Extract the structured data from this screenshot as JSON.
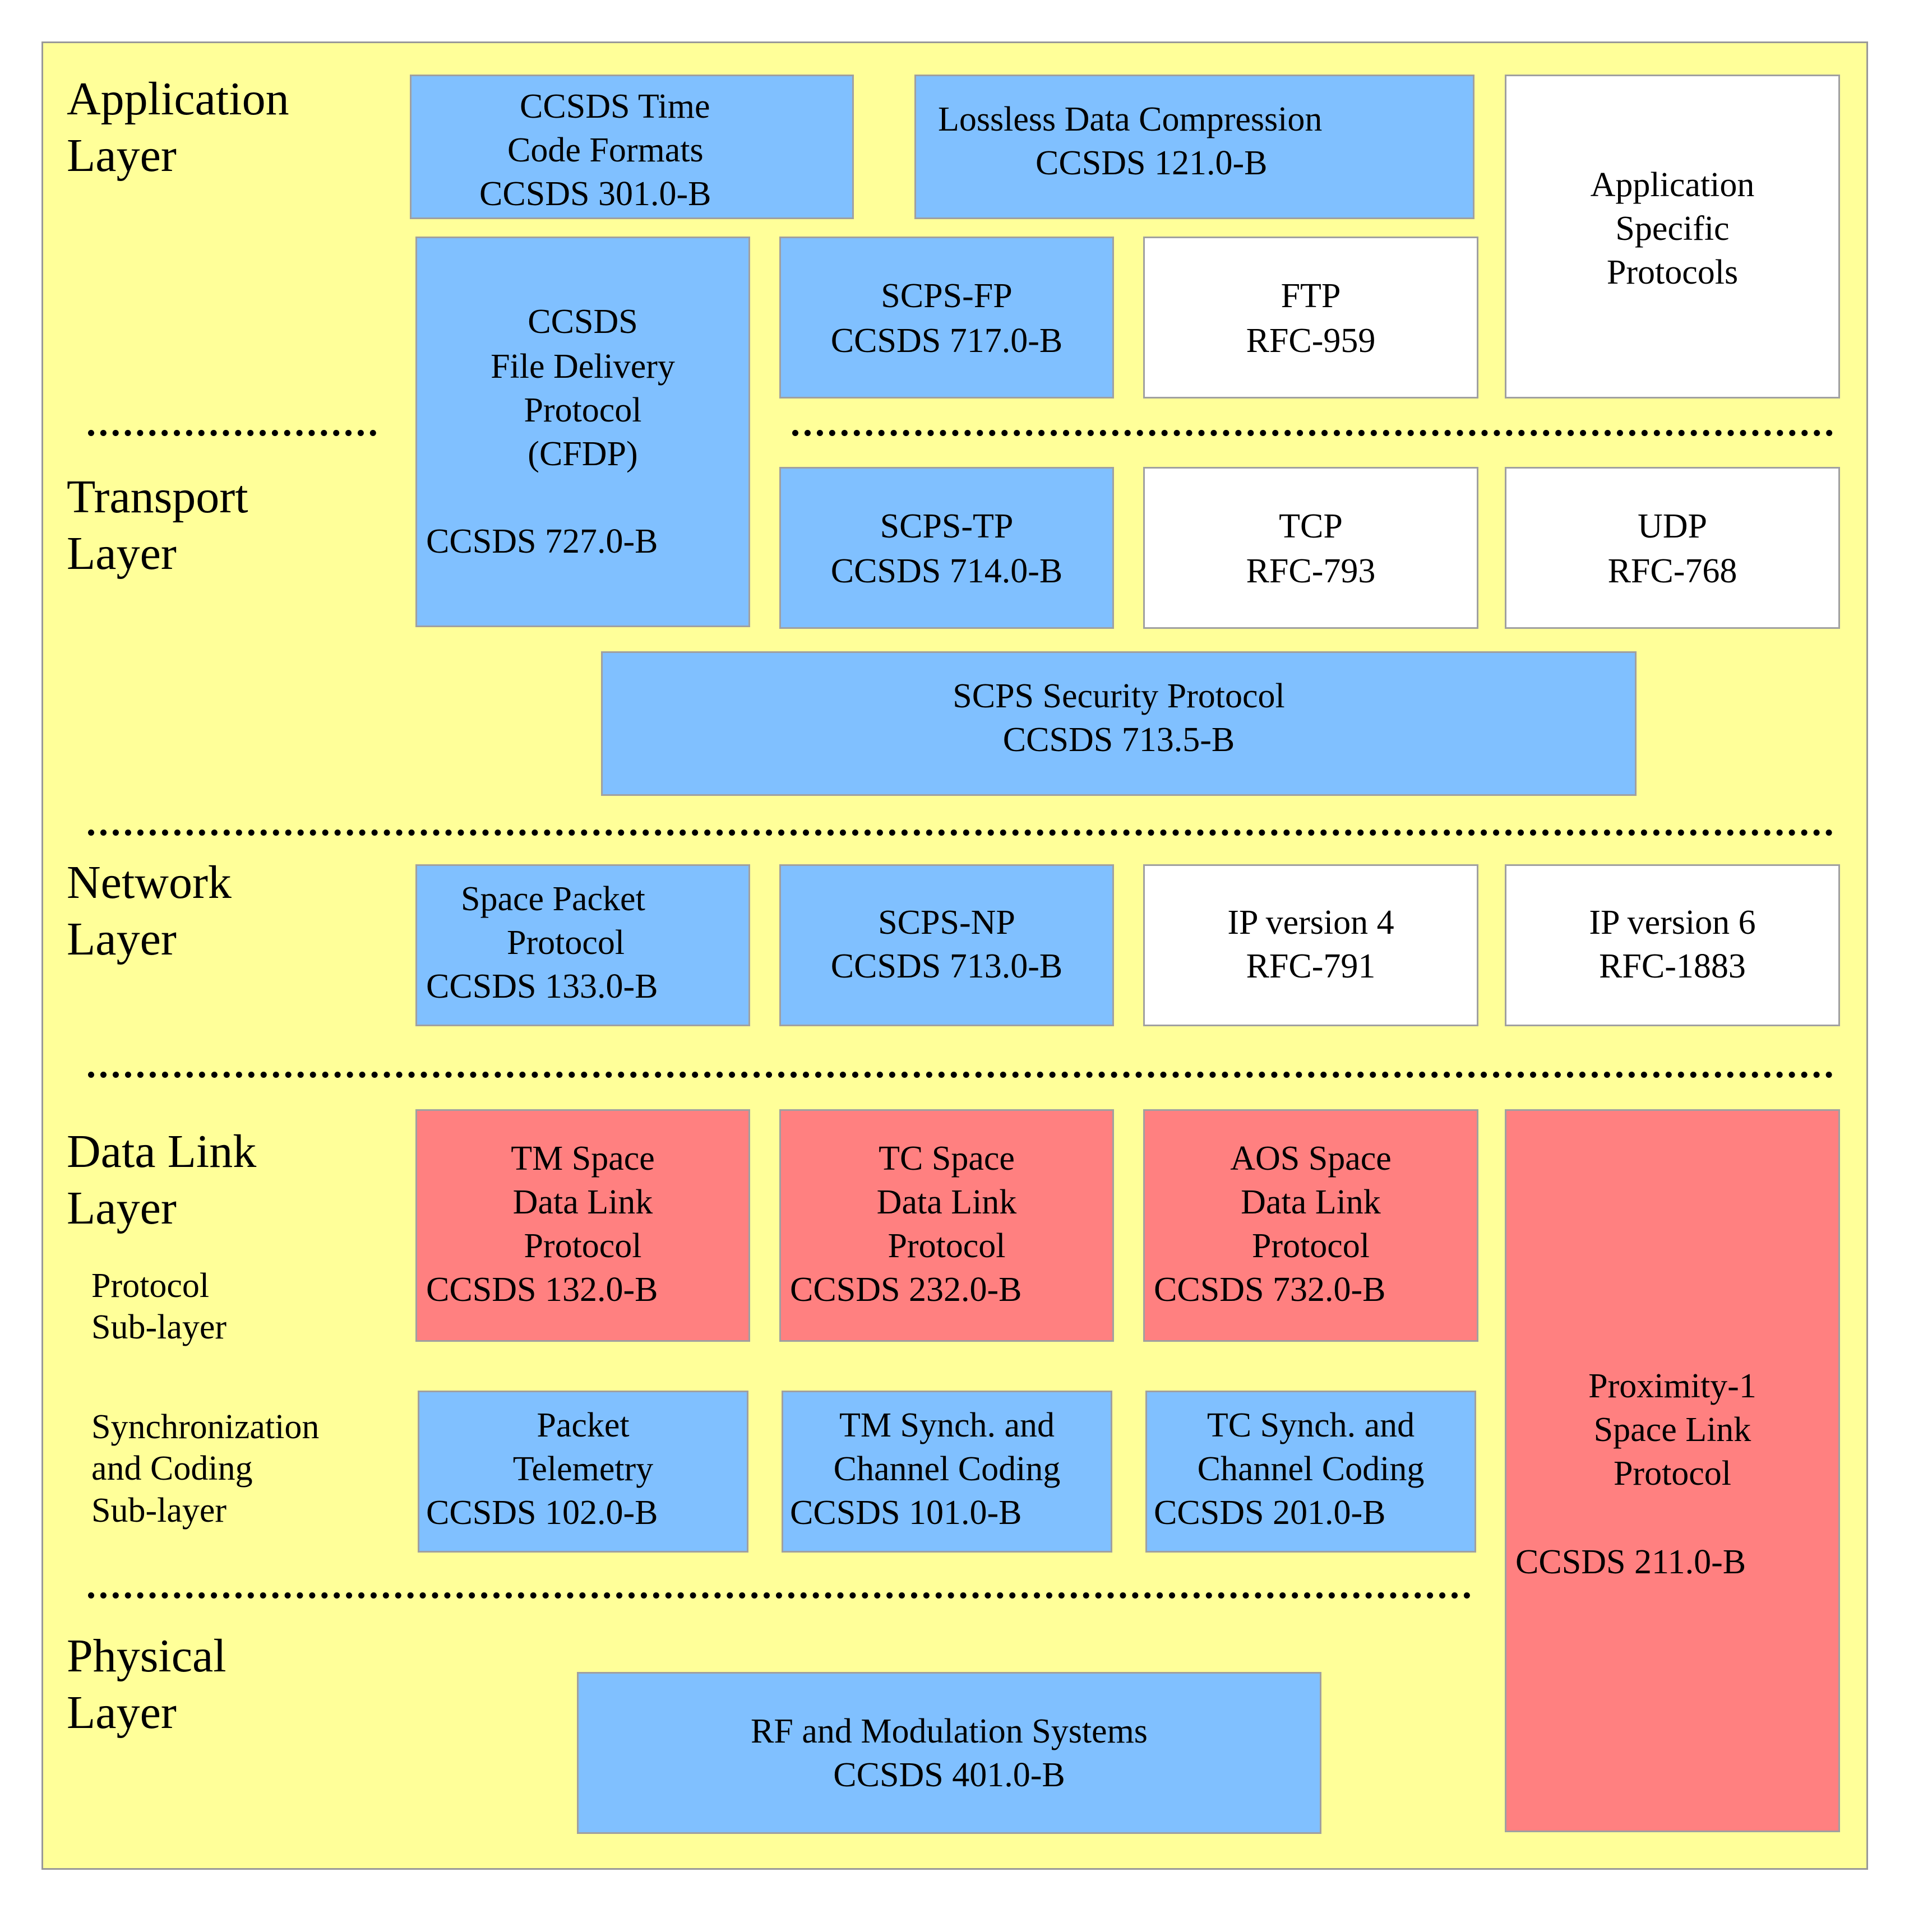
{
  "layers": {
    "application": [
      "Application",
      "Layer"
    ],
    "transport": [
      "Transport",
      "Layer"
    ],
    "network": [
      "Network",
      "Layer"
    ],
    "datalink": [
      "Data Link",
      "Layer"
    ],
    "physical": [
      "Physical",
      "Layer"
    ]
  },
  "sublayers": {
    "protocol": [
      "Protocol",
      "Sub-layer"
    ],
    "sync": [
      "Synchronization",
      "and Coding",
      "Sub-layer"
    ]
  },
  "boxes": {
    "time_code": [
      "CCSDS Time",
      "Code Formats",
      "CCSDS 301.0-B"
    ],
    "lossless": [
      "Lossless Data Compression",
      "CCSDS 121.0-B"
    ],
    "app_specific": [
      "Application",
      "Specific",
      "Protocols"
    ],
    "cfdp": [
      "CCSDS",
      "File Delivery",
      "Protocol",
      "(CFDP)",
      "CCSDS 727.0-B"
    ],
    "scps_fp": [
      "SCPS-FP",
      "CCSDS 717.0-B"
    ],
    "ftp": [
      "FTP",
      "RFC-959"
    ],
    "scps_tp": [
      "SCPS-TP",
      "CCSDS 714.0-B"
    ],
    "tcp": [
      "TCP",
      "RFC-793"
    ],
    "udp": [
      "UDP",
      "RFC-768"
    ],
    "scps_sp": [
      "SCPS Security Protocol",
      "CCSDS 713.5-B"
    ],
    "space_packet": [
      "Space Packet",
      "Protocol",
      "CCSDS 133.0-B"
    ],
    "scps_np": [
      "SCPS-NP",
      "CCSDS 713.0-B"
    ],
    "ipv4": [
      "IP version 4",
      "RFC-791"
    ],
    "ipv6": [
      "IP version 6",
      "RFC-1883"
    ],
    "tm_sdlp": [
      "TM Space",
      "Data Link",
      "Protocol",
      "CCSDS 132.0-B"
    ],
    "tc_sdlp": [
      "TC Space",
      "Data Link",
      "Protocol",
      "CCSDS 232.0-B"
    ],
    "aos_sdlp": [
      "AOS Space",
      "Data Link",
      "Protocol",
      "CCSDS 732.0-B"
    ],
    "prox1": [
      "Proximity-1",
      "Space Link",
      "Protocol",
      "CCSDS 211.0-B"
    ],
    "packet_tm": [
      "Packet",
      "Telemetry",
      "CCSDS 102.0-B"
    ],
    "tm_sync": [
      "TM Synch. and",
      "Channel Coding",
      "CCSDS 101.0-B"
    ],
    "tc_sync": [
      "TC Synch. and",
      "Channel Coding",
      "CCSDS 201.0-B"
    ],
    "rf": [
      "RF and Modulation Systems",
      "CCSDS 401.0-B"
    ]
  },
  "colors": {
    "background": "#ffff99",
    "ccsds_box": "#80c0ff",
    "internet_box": "#ffffff",
    "data_link_box": "#ff8080"
  }
}
